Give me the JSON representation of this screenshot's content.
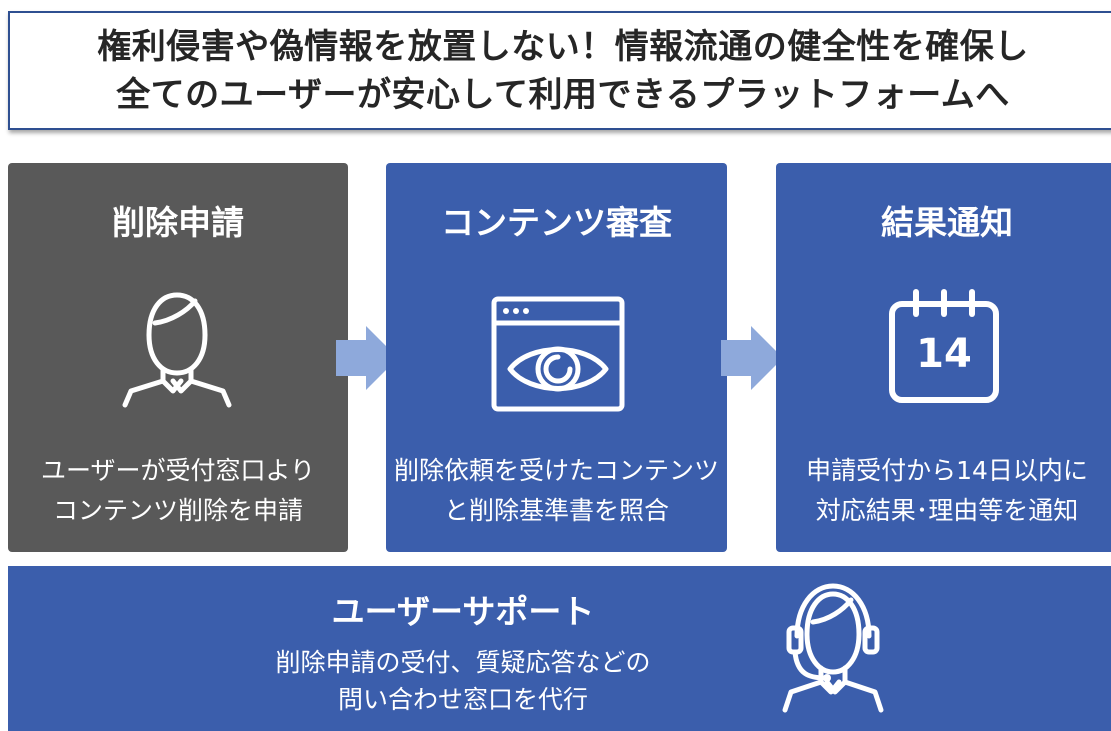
{
  "headline": {
    "line1": "権利侵害や偽情報を放置しない！情報流通の健全性を確保し",
    "line2": "全てのユーザーが安心して利用できるプラットフォームへ"
  },
  "steps": [
    {
      "title": "削除申請",
      "icon": "user-icon",
      "desc_line1": "ユーザーが受付窓口より",
      "desc_line2": "コンテンツ削除を申請",
      "color": "#595959"
    },
    {
      "title": "コンテンツ審査",
      "icon": "browser-eye-icon",
      "desc_line1": "削除依頼を受けたコンテンツ",
      "desc_line2": "と削除基準書を照合",
      "color": "#3b5eac"
    },
    {
      "title": "結果通知",
      "icon": "calendar-icon",
      "calendar_number": "14",
      "desc_line1": "申請受付から14日以内に",
      "desc_line2": "対応結果･理由等を通知",
      "color": "#3b5eac"
    }
  ],
  "support": {
    "title": "ユーザーサポート",
    "desc_line1": "削除申請の受付、質疑応答などの",
    "desc_line2": "問い合わせ窓口を代行",
    "icon": "headset-user-icon"
  },
  "colors": {
    "blue": "#3b5eac",
    "gray": "#595959",
    "arrow": "#8ea9db",
    "border": "#2e4f91"
  }
}
